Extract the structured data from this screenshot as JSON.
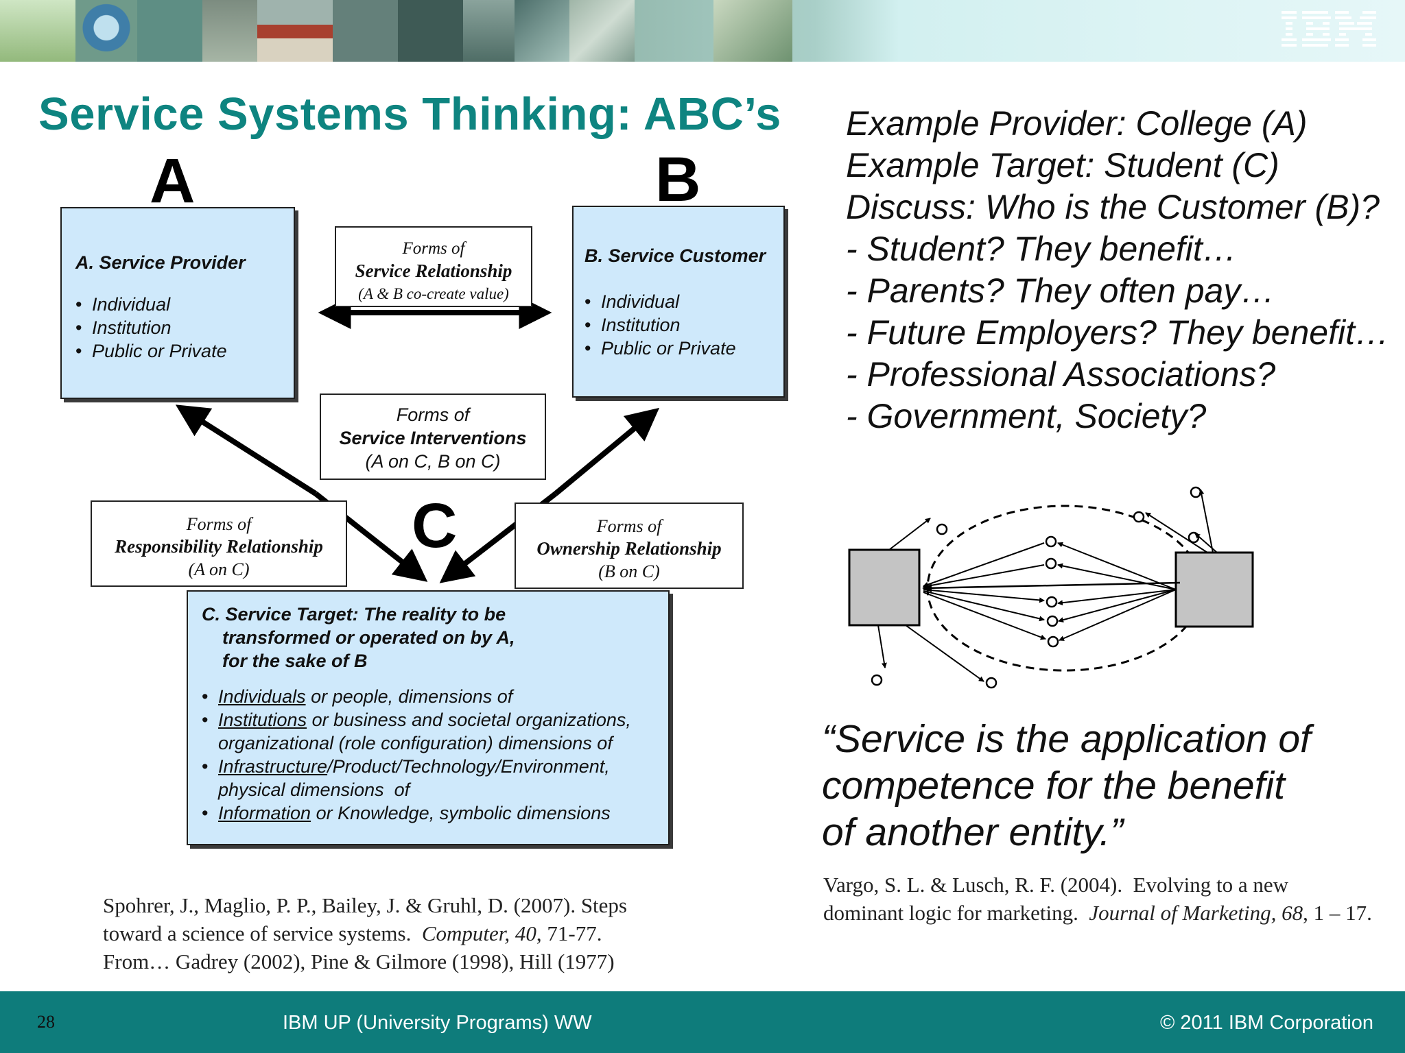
{
  "header": {
    "logo": "IBM",
    "title": "Service Systems Thinking: ABC’s"
  },
  "diagram": {
    "letters": {
      "a": "A",
      "b": "B",
      "c": "C"
    },
    "provider": {
      "heading": "A. Service Provider",
      "items": [
        "Individual",
        "Institution",
        "Public or Private"
      ]
    },
    "customer": {
      "heading": "B. Service Customer",
      "items": [
        "Individual",
        "Institution",
        "Public or Private"
      ]
    },
    "service_relationship": {
      "line1": "Forms of",
      "line2": "Service Relationship",
      "line3": "(A & B co-create value)"
    },
    "service_interventions": {
      "line1": "Forms of",
      "line2": "Service Interventions",
      "line3": "(A on C, B on C)"
    },
    "responsibility_relationship": {
      "line1": "Forms of",
      "line2": "Responsibility Relationship",
      "line3": "(A on C)"
    },
    "ownership_relationship": {
      "line1": "Forms of",
      "line2": "Ownership Relationship",
      "line3": "(B on C)"
    },
    "target": {
      "heading_line1": "C. Service Target: The reality to be",
      "heading_line2": "transformed or operated on by A,",
      "heading_line3": "for the sake of B",
      "item1_u": "Individuals",
      "item1_rest": " or people, dimensions of",
      "item2_u": "Institutions",
      "item2_rest": " or business and societal organizations,",
      "item2_line2": "organizational (role configuration) dimensions of",
      "item3_u": "Infrastructure",
      "item3_rest": "/Product/Technology/Environment,",
      "item3_line2": "physical dimensions  of",
      "item4_u": "Information",
      "item4_rest": " or Knowledge, symbolic dimensions"
    },
    "citation": {
      "line1": "Spohrer, J., Maglio, P. P., Bailey, J. & Gruhl, D. (2007). Steps",
      "line2a": "toward a science of service systems.  ",
      "line2b": "Computer, 40",
      "line2c": ", 71-77.",
      "line3": "From… Gadrey (2002), Pine & Gilmore (1998), Hill (1977)"
    }
  },
  "right_panel": {
    "lines": [
      "Example Provider: College (A)",
      "Example Target: Student (C)",
      "Discuss: Who is the Customer (B)?",
      "- Student? They benefit…",
      "- Parents? They often pay…",
      "- Future Employers? They benefit…",
      "- Professional Associations?",
      "- Government, Society?"
    ],
    "quote_line1": "“Service is the application of",
    "quote_line2": "competence for the benefit",
    "quote_line3": "of another entity.”",
    "citation_line1": "Vargo, S. L. & Lusch, R. F. (2004).  Evolving to a new",
    "citation_line2a": "dominant logic for marketing.  ",
    "citation_line2b": "Journal of Marketing, 68",
    "citation_line2c": ", 1 – 17."
  },
  "footer": {
    "page_number": "28",
    "program": "IBM UP (University Programs) WW",
    "copyright": "© 2011 IBM Corporation"
  },
  "colors": {
    "title": "#0e8480",
    "footer": "#0e7c7b",
    "box_fill": "#cfe9fb"
  }
}
